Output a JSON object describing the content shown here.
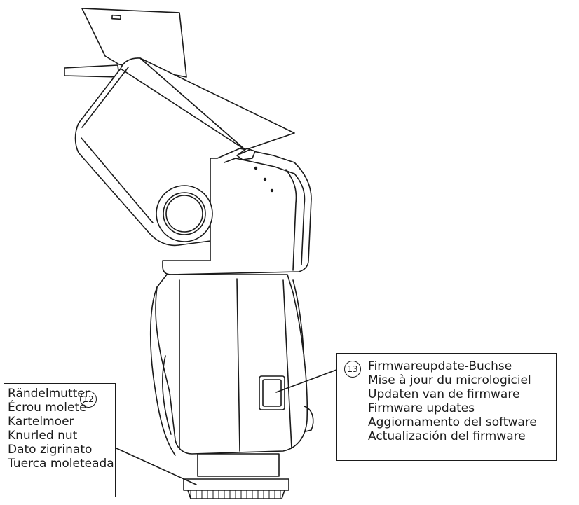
{
  "callouts": {
    "knurled_nut": {
      "number": "12",
      "labels": [
        "Rändelmutter",
        "Écrou moleté",
        "Kartelmoer",
        "Knurled nut",
        "Dato zigrinato",
        "Tuerca moleteada"
      ]
    },
    "firmware_port": {
      "number": "13",
      "labels": [
        "Firmwareupdate-Buchse",
        "Mise à jour du micrologiciel",
        "Updaten van de firmware",
        "Firmware updates",
        "Aggiornamento del software",
        "Actualización del firmware"
      ]
    }
  }
}
